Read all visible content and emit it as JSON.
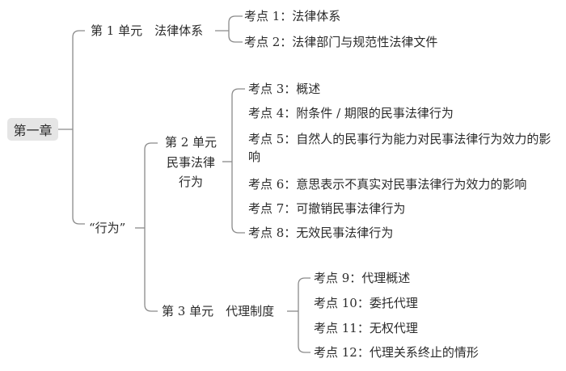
{
  "root": "第一章",
  "units": [
    {
      "label": "第 1 单元　法律体系",
      "points": [
        "考点 1：法律体系",
        "考点 2：法律部门与规范性法律文件"
      ]
    },
    {
      "label": "“行为”",
      "subunits": [
        {
          "label_lines": [
            "第 2 单元",
            "民事法律",
            "行为"
          ],
          "points": [
            "考点 3：概述",
            "考点 4：附条件 / 期限的民事法律行为",
            "考点 5：自然人的民事行为能力对民事法律行为效力的影响",
            "考点 6：意思表示不真实对民事法律行为效力的影响",
            "考点 7：可撤销民事法律行为",
            "考点 8：无效民事法律行为"
          ]
        },
        {
          "label": "第 3 单元　代理制度",
          "points": [
            "考点 9：代理概述",
            "考点 10：委托代理",
            "考点 11：无权代理",
            "考点 12：代理关系终止的情形"
          ]
        }
      ]
    }
  ],
  "colors": {
    "line": "#8a8a8a",
    "root_bg": "#e5e5e5",
    "text": "#2b2b2b"
  }
}
